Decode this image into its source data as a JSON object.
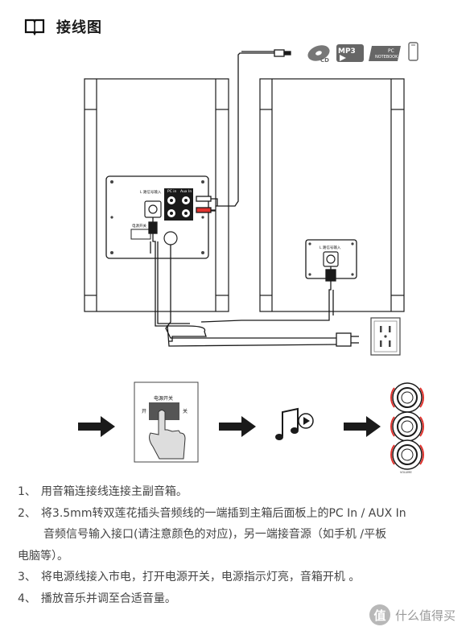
{
  "header": {
    "icon": "book-icon",
    "title": "接线图"
  },
  "diagram": {
    "panel_main": {
      "left_input_label": "L 路信号输入",
      "port_pc_label": "PC in",
      "port_aux_label": "Aux In",
      "power_label": "电源开关"
    },
    "panel_sub": {
      "left_input_label": "L 路信号输入"
    },
    "devices": [
      "cd-icon",
      "mp3-player-icon",
      "pc-notebook-icon",
      "smartphone-icon"
    ],
    "device_labels": {
      "cd": "CD",
      "mp3": "MP3",
      "pc": "PC",
      "notebook": "NOTEBOOK"
    }
  },
  "flow": {
    "switch_title": "电源开关",
    "switch_on": "开",
    "switch_off": "关",
    "knob_label": "VOLUME"
  },
  "steps": [
    {
      "num": "1、",
      "text": "用音箱连接线连接主副音箱。"
    },
    {
      "num": "2、",
      "text": "将3.5mm转双莲花插头音频线的一端插到主箱后面板上的PC In / AUX In",
      "cont": "音频信号输入接口(请注意颜色的对应)，另一端接音源（如手机 /平板",
      "cont2": "电脑等）。"
    },
    {
      "num": "3、",
      "text": "将电源线接入市电，打开电源开关，电源指示灯亮，音箱开机 。"
    },
    {
      "num": "4、",
      "text": "播放音乐并调至合适音量。"
    }
  ],
  "watermark": {
    "badge": "值",
    "text": "什么值得买"
  },
  "colors": {
    "accent_red": "#e0332e",
    "line": "#1a1a1a"
  }
}
